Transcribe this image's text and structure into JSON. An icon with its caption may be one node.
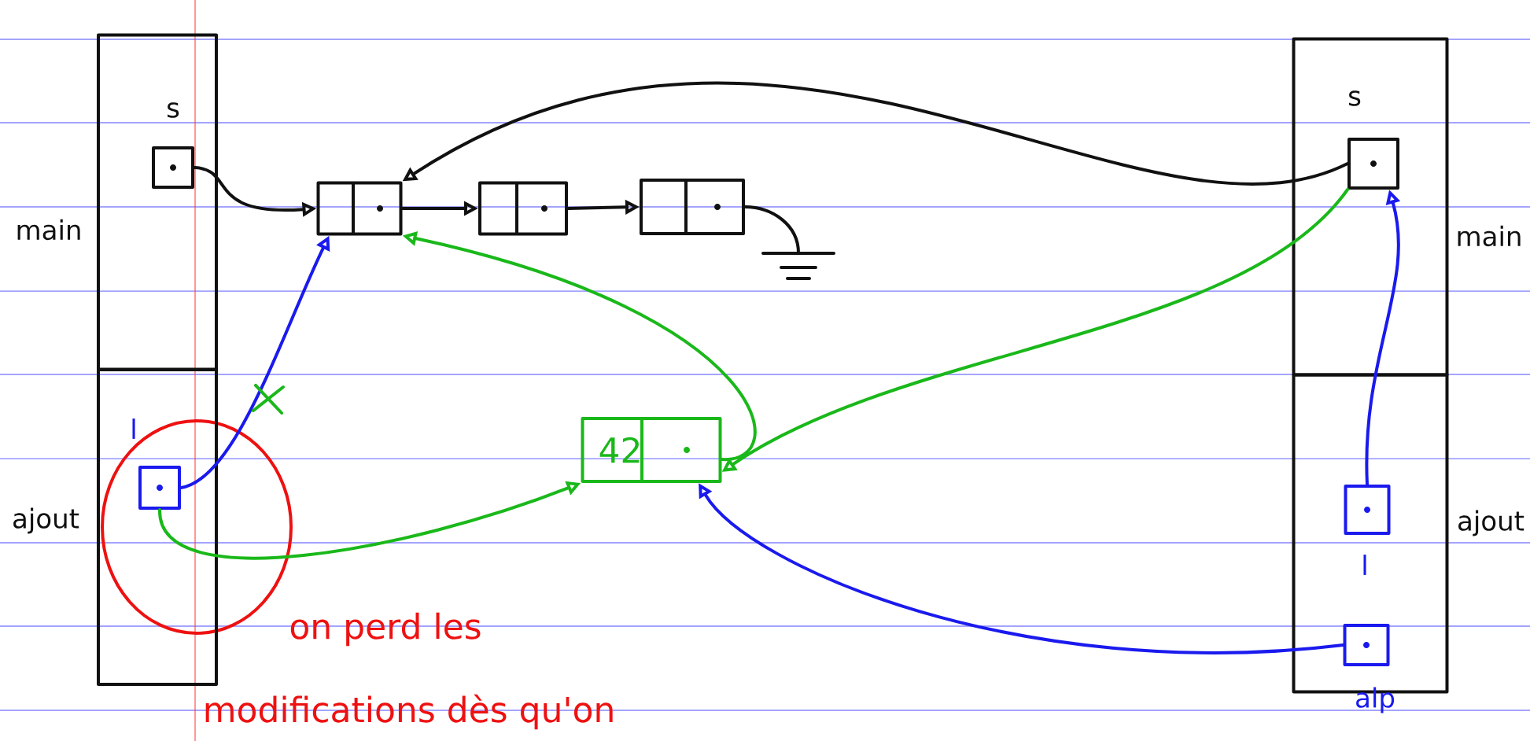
{
  "diagram": {
    "nodes": [
      {
        "text": [],
        "shape": "box",
        "beside": [
          "main"
        ]
      },
      {
        "text": [],
        "shape": "box",
        "in": 0,
        "beside": [
          "s"
        ]
      },
      {
        "text": [],
        "shape": "box",
        "beside": [
          "ajout"
        ]
      },
      {
        "text": [],
        "shape": "box",
        "in": 2,
        "beside": [
          "l"
        ]
      },
      {
        "text": [],
        "shape": "box"
      },
      {
        "text": [],
        "shape": "box"
      },
      {
        "text": [],
        "shape": "box"
      },
      {
        "text": [],
        "shape": "ground"
      },
      {
        "text": [
          "42"
        ]
      },
      {
        "text": [],
        "shape": "box",
        "beside": [
          "main"
        ]
      },
      {
        "text": [],
        "shape": "box",
        "in": 9,
        "beside": [
          "s"
        ]
      },
      {
        "text": [],
        "shape": "box",
        "beside": [
          "ajout"
        ]
      },
      {
        "text": [],
        "shape": "box",
        "in": 11,
        "beside": [
          "l"
        ]
      },
      {
        "text": [],
        "shape": "box",
        "in": 11,
        "beside": [
          "alp"
        ]
      }
    ],
    "edges": [
      {
        "from": 1,
        "to": 4,
        "arrow": "to"
      },
      {
        "from": 4,
        "to": 5,
        "arrow": "to"
      },
      {
        "from": 5,
        "to": 6,
        "arrow": "to"
      },
      {
        "from": 6,
        "to": 7,
        "arrow": "none"
      },
      {
        "from": 10,
        "to": 4,
        "arrow": "to"
      },
      {
        "from": 3,
        "to": 4,
        "arrow": "to",
        "color": "#1a1aee"
      },
      {
        "from": 3,
        "to": 8,
        "arrow": "to",
        "color": "#1ab81a"
      },
      {
        "from": 8,
        "to": 4,
        "arrow": "to",
        "color": "#1ab81a"
      },
      {
        "from": 10,
        "to": 8,
        "arrow": "to",
        "color": "#1ab81a"
      },
      {
        "from": 12,
        "to": 10,
        "arrow": "to",
        "color": "#1a1aee"
      },
      {
        "from": 13,
        "to": 8,
        "arrow": "to",
        "color": "#1a1aee"
      }
    ],
    "labels": [
      "on perd les",
      "modifications dès qu'on"
    ]
  }
}
